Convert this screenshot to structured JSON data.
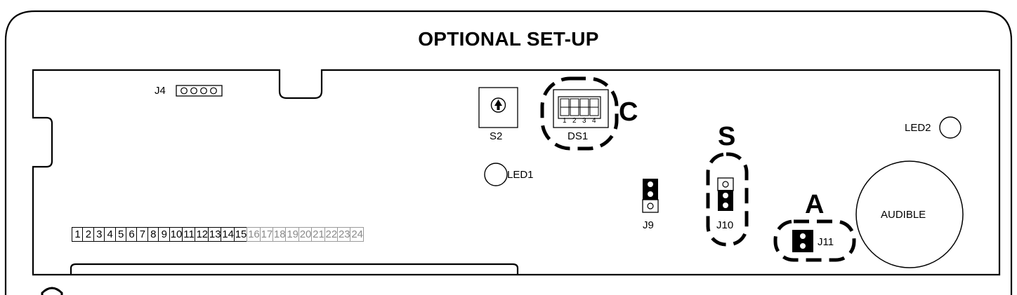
{
  "title": "OPTIONAL SET-UP",
  "components": {
    "j4": "J4",
    "s2": "S2",
    "ds1": "DS1",
    "ds1_switches": [
      "1",
      "2",
      "3",
      "4"
    ],
    "led1": "LED1",
    "led2": "LED2",
    "j9": "J9",
    "j10": "J10",
    "j11": "J11",
    "audible": "AUDIBLE"
  },
  "callouts": {
    "c": "C",
    "s": "S",
    "a": "A"
  },
  "terminals": {
    "active": [
      "1",
      "2",
      "3",
      "4",
      "5",
      "6",
      "7",
      "8",
      "9",
      "10",
      "11",
      "12",
      "13",
      "14",
      "15"
    ],
    "inactive": [
      "16",
      "17",
      "18",
      "19",
      "20",
      "21",
      "22",
      "23",
      "24"
    ]
  }
}
